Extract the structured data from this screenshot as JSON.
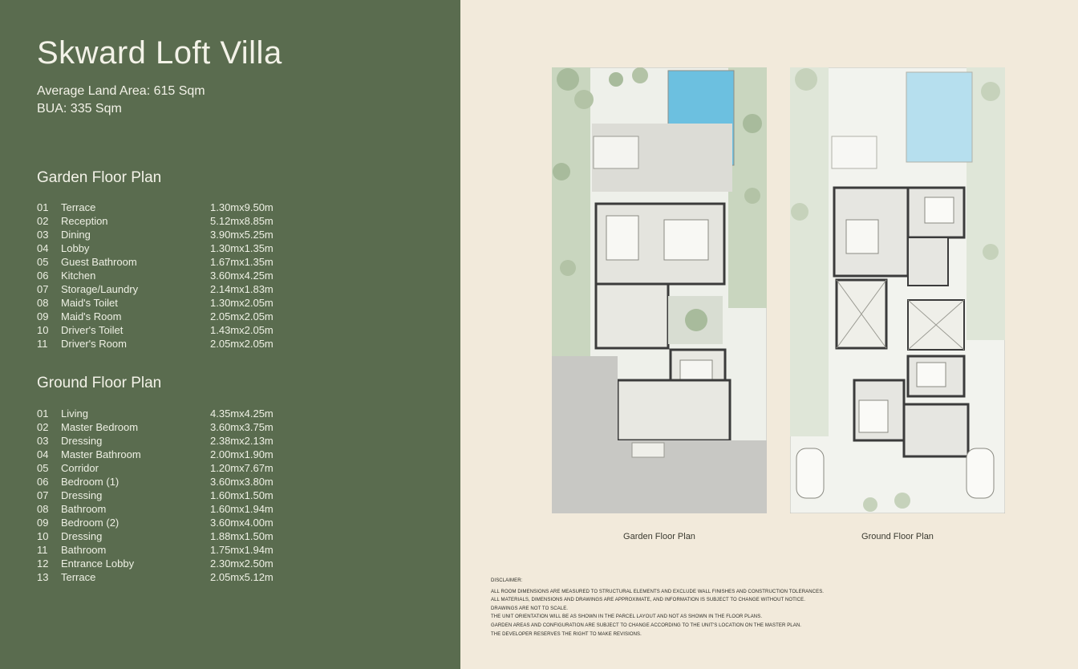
{
  "title": "Skward Loft Villa",
  "land_area": "Average Land Area: 615 Sqm",
  "bua": "BUA: 335 Sqm",
  "garden": {
    "heading": "Garden Floor Plan",
    "rooms": [
      {
        "num": "01",
        "name": "Terrace",
        "dim": "1.30mx9.50m"
      },
      {
        "num": "02",
        "name": "Reception",
        "dim": "5.12mx8.85m"
      },
      {
        "num": "03",
        "name": "Dining",
        "dim": "3.90mx5.25m"
      },
      {
        "num": "04",
        "name": "Lobby",
        "dim": "1.30mx1.35m"
      },
      {
        "num": "05",
        "name": "Guest Bathroom",
        "dim": "1.67mx1.35m"
      },
      {
        "num": "06",
        "name": "Kitchen",
        "dim": "3.60mx4.25m"
      },
      {
        "num": "07",
        "name": "Storage/Laundry",
        "dim": "2.14mx1.83m"
      },
      {
        "num": "08",
        "name": "Maid's Toilet",
        "dim": "1.30mx2.05m"
      },
      {
        "num": "09",
        "name": "Maid's Room",
        "dim": "2.05mx2.05m"
      },
      {
        "num": "10",
        "name": "Driver's Toilet",
        "dim": "1.43mx2.05m"
      },
      {
        "num": "11",
        "name": "Driver's Room",
        "dim": "2.05mx2.05m"
      }
    ]
  },
  "ground": {
    "heading": "Ground Floor Plan",
    "rooms": [
      {
        "num": "01",
        "name": "Living",
        "dim": "4.35mx4.25m"
      },
      {
        "num": "02",
        "name": "Master Bedroom",
        "dim": "3.60mx3.75m"
      },
      {
        "num": "03",
        "name": "Dressing",
        "dim": "2.38mx2.13m"
      },
      {
        "num": "04",
        "name": "Master Bathroom",
        "dim": "2.00mx1.90m"
      },
      {
        "num": "05",
        "name": "Corridor",
        "dim": "1.20mx7.67m"
      },
      {
        "num": "06",
        "name": "Bedroom (1)",
        "dim": "3.60mx3.80m"
      },
      {
        "num": "07",
        "name": "Dressing",
        "dim": "1.60mx1.50m"
      },
      {
        "num": "08",
        "name": "Bathroom",
        "dim": "1.60mx1.94m"
      },
      {
        "num": "09",
        "name": "Bedroom (2)",
        "dim": "3.60mx4.00m"
      },
      {
        "num": "10",
        "name": "Dressing",
        "dim": "1.88mx1.50m"
      },
      {
        "num": "11",
        "name": "Bathroom",
        "dim": "1.75mx1.94m"
      },
      {
        "num": "12",
        "name": "Entrance Lobby",
        "dim": "2.30mx2.50m"
      },
      {
        "num": "13",
        "name": "Terrace",
        "dim": "2.05mx5.12m"
      }
    ]
  },
  "captions": {
    "garden": "Garden Floor Plan",
    "ground": "Ground Floor Plan"
  },
  "disclaimer": [
    "DISCLAIMER:",
    "All room dimensions are measured to structural elements and exclude wall finishes and construction tolerances.",
    "All materials, dimensions and drawings are approximate, and information is subject to change without notice.",
    "Drawings are not to scale.",
    "The unit orientation will be as shown in the parcel layout and not as shown in the floor plans.",
    "Garden areas and configuration are subject to change according to the unit's location on the master plan.",
    "The developer reserves the right to make revisions."
  ],
  "colors": {
    "left_panel": "#5a6c4f",
    "right_panel": "#f2eadb",
    "pool": "#6cc0e0",
    "wall": "#3b3b3b"
  }
}
